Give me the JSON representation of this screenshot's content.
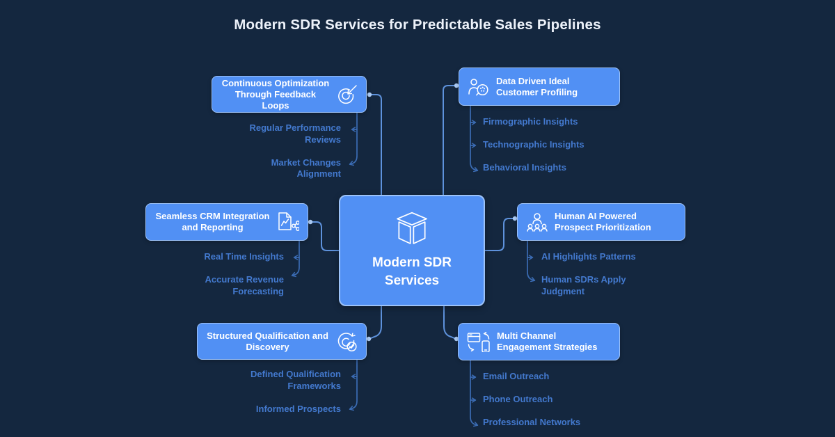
{
  "title": "Modern SDR Services for Predictable Sales Pipelines",
  "center": {
    "label": "Modern SDR Services",
    "icon": "cube-icon"
  },
  "branches": [
    {
      "id": "continuous-optimization",
      "side": "left",
      "title": "Continuous Optimization Through Feedback Loops",
      "icon": "target-arrow-icon",
      "items": [
        "Regular Performance Reviews",
        "Market Changes Alignment"
      ]
    },
    {
      "id": "data-driven-profiling",
      "side": "right",
      "title": "Data Driven Ideal Customer Profiling",
      "icon": "customer-profile-icon",
      "items": [
        "Firmographic Insights",
        "Technographic Insights",
        "Behavioral Insights"
      ]
    },
    {
      "id": "crm-integration",
      "side": "left",
      "title": "Seamless CRM Integration and Reporting",
      "icon": "crm-report-icon",
      "items": [
        "Real Time Insights",
        "Accurate Revenue Forecasting"
      ]
    },
    {
      "id": "human-ai-prioritization",
      "side": "right",
      "title": "Human AI Powered Prospect Prioritization",
      "icon": "people-hierarchy-icon",
      "items": [
        "AI Highlights Patterns",
        "Human SDRs Apply Judgment"
      ]
    },
    {
      "id": "structured-qualification",
      "side": "left",
      "title": "Structured Qualification and Discovery",
      "icon": "qualification-check-icon",
      "items": [
        "Defined Qualification Frameworks",
        "Informed Prospects"
      ]
    },
    {
      "id": "multi-channel-engagement",
      "side": "right",
      "title": "Multi Channel Engagement Strategies",
      "icon": "multi-channel-icon",
      "items": [
        "Email Outreach",
        "Phone Outreach",
        "Professional Networks"
      ]
    }
  ],
  "colors": {
    "background": "#14273F",
    "node_fill": "#5190F4",
    "node_border": "#9CC2F8",
    "node_text": "#FFFFFF",
    "item_text": "#4379CE",
    "connector": "#5E92DC",
    "subconnector": "#3B6CB4",
    "dot": "#AECDF6",
    "title_text": "#EDF2FA"
  }
}
